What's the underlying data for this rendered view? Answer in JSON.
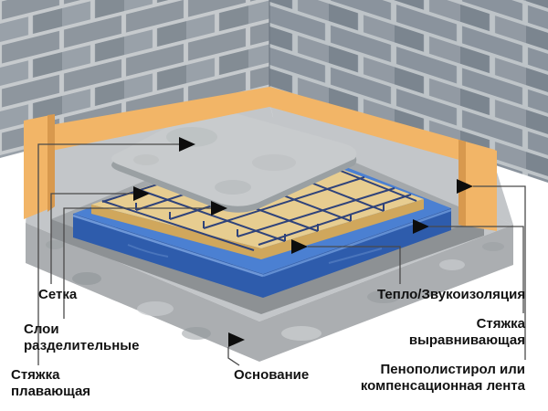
{
  "diagram": {
    "labels": {
      "mesh": "Сетка",
      "separating_layers": "Слои разделительные",
      "floating_screed": "Стяжка плавающая",
      "base": "Основание",
      "insulation": "Тепло/Звукоизоляция",
      "leveling_screed": "Стяжка выравнивающая",
      "foam_or_tape": "Пенополистирол или компенсационная лента"
    },
    "colors": {
      "mortar": "#c6cacd",
      "brick": "#8e969e",
      "orange_tape": "#f2b567",
      "orange_tape_shade": "#d8994e",
      "insulation_top": "#4b80d2",
      "insulation_front": "#2e5cac",
      "separating_top": "#e7cd90",
      "separating_front": "#d0a75c",
      "concrete_top": "#c8cbcd",
      "concrete_side": "#9aa0a3",
      "leveling_top": "#a4a8ab",
      "leveling_front": "#8d9194",
      "base_top": "#c3c6c9",
      "base_front": "#abaeb1",
      "mesh_wire": "#263c7a",
      "marker": "#0d0d0d",
      "leader": "#4a4a4a"
    }
  }
}
